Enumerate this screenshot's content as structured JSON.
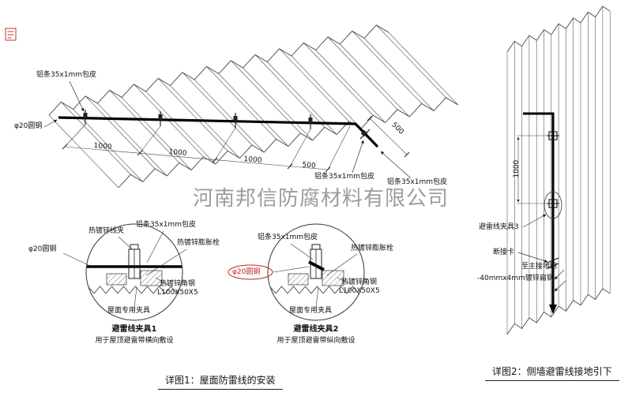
{
  "watermark": {
    "company_name": "河南邦信防腐材料有限公司"
  },
  "roof": {
    "label_strip_top": "铝条35x1mm包皮",
    "label_round_steel": "φ20圆钢",
    "label_strip_bottom": "铝条35x1mm包皮",
    "label_strip_right": "铝条35x1mm包皮",
    "dim_1": "1000",
    "dim_2": "1000",
    "dim_3": "1000",
    "dim_4": "500",
    "dim_5": "500"
  },
  "detail1": {
    "label_wire_clip": "热镀锌线夹",
    "label_strip": "铝条35x1mm包皮",
    "label_anchor_bolt": "热镀锌膨胀栓",
    "label_round_steel": "φ20圆钢",
    "label_angle_steel": "热镀锌角钢",
    "label_angle_spec": "L100X50X5",
    "label_roof_clamp": "屋面专用夹具",
    "title": "避雷线夹具1",
    "subtitle": "用于屋顶避雷带横向敷设"
  },
  "detail2": {
    "label_strip": "铝条35x1mm包皮",
    "label_anchor_bolt": "热镀锌膨胀栓",
    "label_round_steel": "φ20圆钢",
    "label_angle_steel": "热镀锌角钢",
    "label_angle_spec": "L100X50X5",
    "label_roof_clamp": "屋面专用夹具",
    "title": "避雷线夹具2",
    "subtitle": "用于屋顶避雷带纵向敷设"
  },
  "wall": {
    "label_clamp3": "避雷线夹具3",
    "label_disconnect": "断接卡",
    "label_to_ground": "至主接地网",
    "label_flat_steel": "-40mmx4mm镀锌扁钢",
    "dim_spacing": "1000"
  },
  "captions": {
    "detail1": "详图1：屋面防雷线的安装",
    "detail2": "详图2：侧墙避雷线接地引下"
  }
}
